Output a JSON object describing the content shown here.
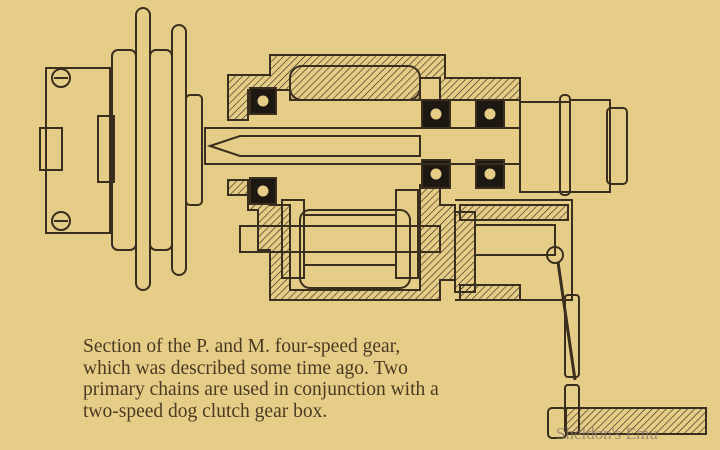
{
  "caption": {
    "lines": [
      "Section of the P. and M. four-speed gear,",
      "which was described some time ago.  Two",
      "primary chains are used in conjunction with a",
      "two-speed dog clutch gear box."
    ]
  },
  "watermark": "Sheldon's Emu",
  "colors": {
    "paper": "#e5cd88",
    "ink": "#3a2e1e"
  }
}
